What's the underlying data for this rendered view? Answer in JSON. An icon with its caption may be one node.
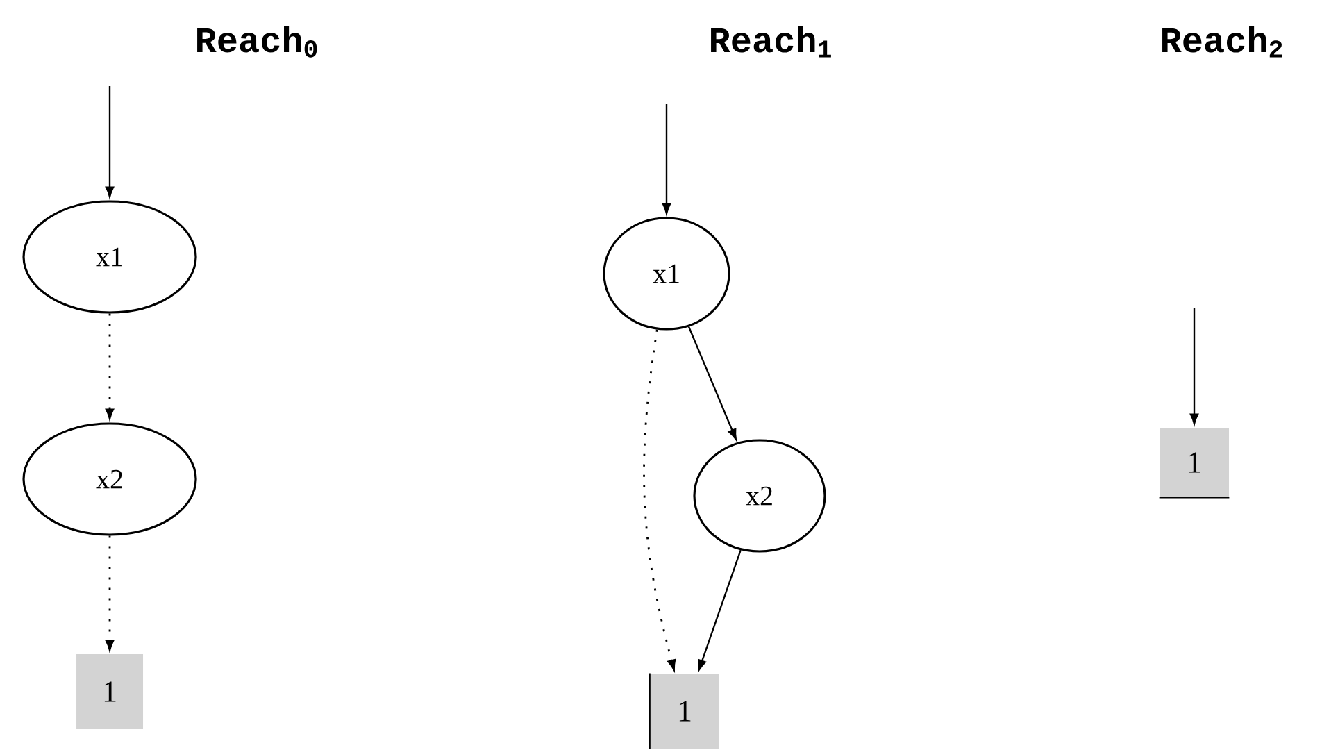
{
  "diagram": {
    "nodes": [
      {
        "text": [
          "x1"
        ]
      },
      {
        "text": [
          "x2"
        ]
      },
      {
        "text": [
          "1"
        ]
      },
      {
        "text": [
          "x1"
        ]
      },
      {
        "text": [
          "x2"
        ]
      },
      {
        "text": [
          "1"
        ]
      },
      {
        "text": [
          "1"
        ]
      }
    ],
    "edges": [
      {
        "from": null,
        "to": 0,
        "arrow": "to"
      },
      {
        "from": 0,
        "to": 1,
        "arrow": "to",
        "style": "dashed"
      },
      {
        "from": 1,
        "to": 2,
        "arrow": "to",
        "style": "dashed"
      },
      {
        "from": null,
        "to": 3,
        "arrow": "to"
      },
      {
        "from": 3,
        "to": 5,
        "arrow": "to",
        "style": "dashed"
      },
      {
        "from": 3,
        "to": 4,
        "arrow": "to"
      },
      {
        "from": 4,
        "to": 5,
        "arrow": "to"
      },
      {
        "from": null,
        "to": 6,
        "arrow": "to"
      }
    ],
    "labels": [
      "Reach$_{0}$",
      "Reach$_{1}$",
      "Reach$_{2}$"
    ]
  }
}
